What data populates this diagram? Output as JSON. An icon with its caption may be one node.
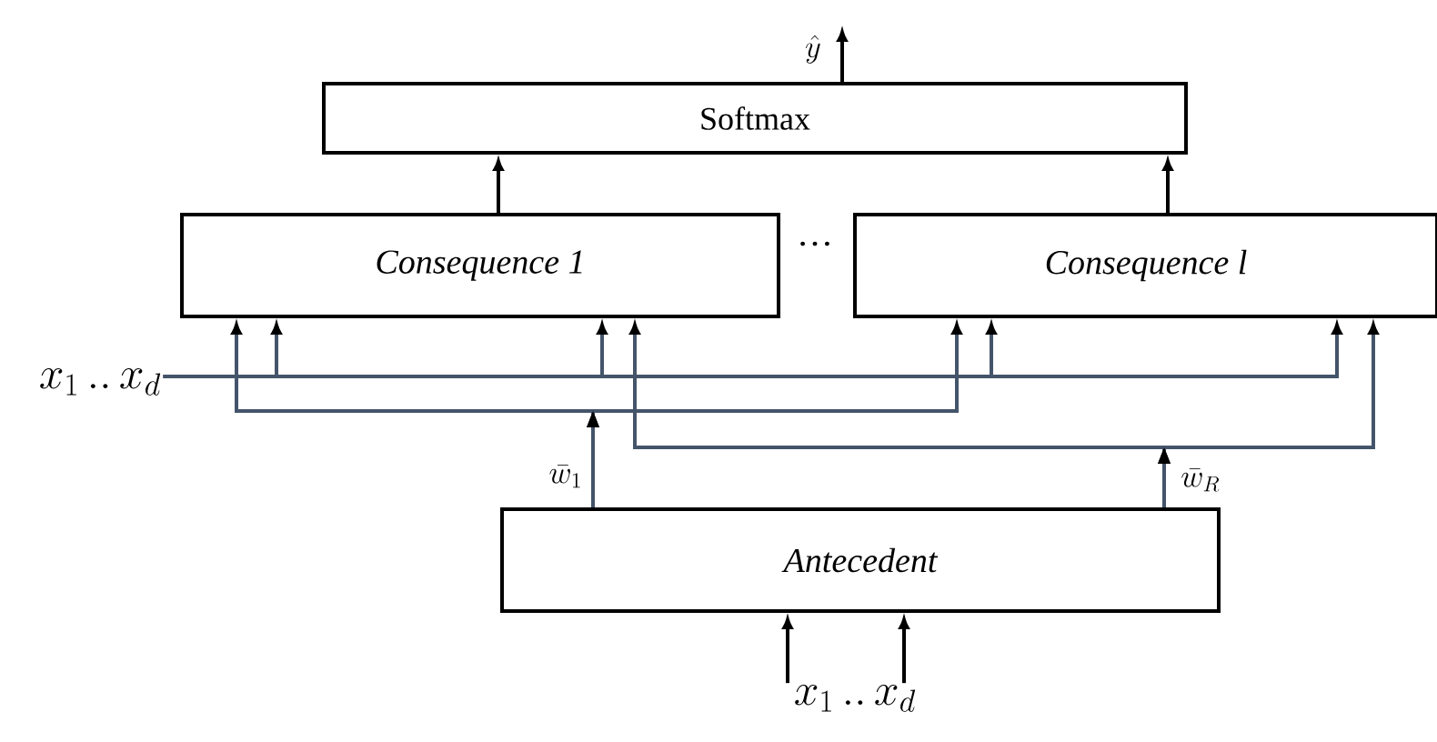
{
  "diagram": {
    "nodes": [
      {
        "text": [
          "Softmax"
        ]
      },
      {
        "text": [
          "Consequence 1"
        ]
      },
      {
        "text": [
          "Consequence l"
        ]
      },
      {
        "text": [
          "Antecedent"
        ]
      },
      {
        "text": [
          "x_{1} \\,..\\, x_{d}"
        ]
      },
      {
        "text": [
          "x_{1} \\,..\\, x_{d}"
        ]
      }
    ],
    "edges": [
      {
        "from": 0,
        "to": null,
        "arrow": "to",
        "label": "\\hat{y}",
        "color": "#000000"
      },
      {
        "from": 1,
        "to": 0,
        "arrow": "to",
        "color": "#000000"
      },
      {
        "from": 2,
        "to": 0,
        "arrow": "to",
        "color": "#000000"
      },
      {
        "from": 4,
        "to": 1,
        "arrow": "to",
        "color": "#44546a"
      },
      {
        "from": 4,
        "to": 1,
        "arrow": "to",
        "color": "#44546a"
      },
      {
        "from": 4,
        "to": 2,
        "arrow": "to",
        "color": "#44546a"
      },
      {
        "from": 4,
        "to": 2,
        "arrow": "to",
        "color": "#44546a"
      },
      {
        "from": 3,
        "to": 1,
        "arrow": "to",
        "label": "\\bar{w}_{1}",
        "color": "#44546a"
      },
      {
        "from": 3,
        "to": 2,
        "arrow": "to",
        "color": "#44546a"
      },
      {
        "from": 3,
        "to": 1,
        "arrow": "to",
        "label": "\\bar{w}_{R}",
        "color": "#44546a"
      },
      {
        "from": 3,
        "to": 2,
        "arrow": "to",
        "color": "#44546a"
      },
      {
        "from": 5,
        "to": 3,
        "arrow": "to",
        "color": "#000000"
      },
      {
        "from": 5,
        "to": 3,
        "arrow": "to",
        "color": "#000000"
      }
    ],
    "labels": [
      "…"
    ]
  }
}
